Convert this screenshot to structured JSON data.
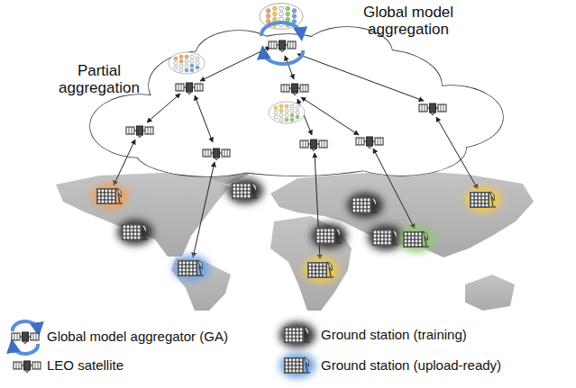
{
  "diagram": {
    "labels": [
      "Global model aggregation",
      "Partial aggregation"
    ],
    "legend": [
      {
        "text": "Global model aggregator (GA)"
      },
      {
        "text": "Ground station (training)"
      },
      {
        "text": "LEO satellite"
      },
      {
        "text": "Ground station (upload-ready)"
      }
    ]
  }
}
